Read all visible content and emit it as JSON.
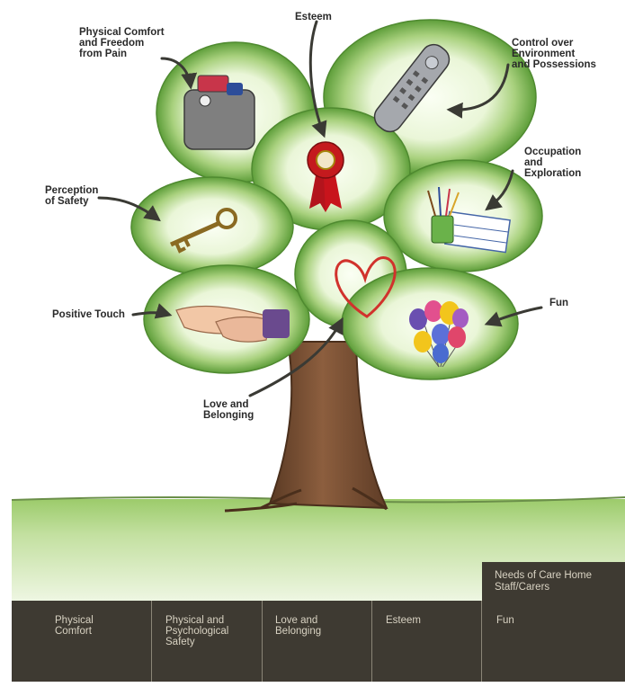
{
  "tree": {
    "labels": {
      "physical_comfort": [
        "Physical Comfort",
        "and Freedom",
        "from Pain"
      ],
      "esteem": [
        "Esteem"
      ],
      "control": [
        "Control over",
        "Environment",
        "and Possessions"
      ],
      "occupation": [
        "Occupation",
        "and",
        "Exploration"
      ],
      "safety": [
        "Perception",
        "of Safety"
      ],
      "touch": [
        "Positive Touch"
      ],
      "fun": [
        "Fun"
      ],
      "love": [
        "Love and",
        "Belonging"
      ]
    }
  },
  "staff_box": [
    "Needs of Care Home",
    "Staff/Carers"
  ],
  "bottom_band": [
    [
      "Physical",
      "Comfort"
    ],
    [
      "Physical and",
      "Psychological",
      "Safety"
    ],
    [
      "Love and",
      "Belonging"
    ],
    [
      "Esteem"
    ],
    [
      "Fun"
    ]
  ],
  "colors": {
    "leaf_light": "#f4fbe9",
    "leaf_dark": "#5e9e3a",
    "trunk": "#7a4f33",
    "grass": "#b5d88d",
    "band": "#3e3a32",
    "band_text": "#d8d2c2"
  },
  "icons": [
    "bag-icon",
    "medal-icon",
    "remote-control-icon",
    "key-icon",
    "paint-pot-icon",
    "heart-icon",
    "hands-icon",
    "balloons-icon"
  ]
}
